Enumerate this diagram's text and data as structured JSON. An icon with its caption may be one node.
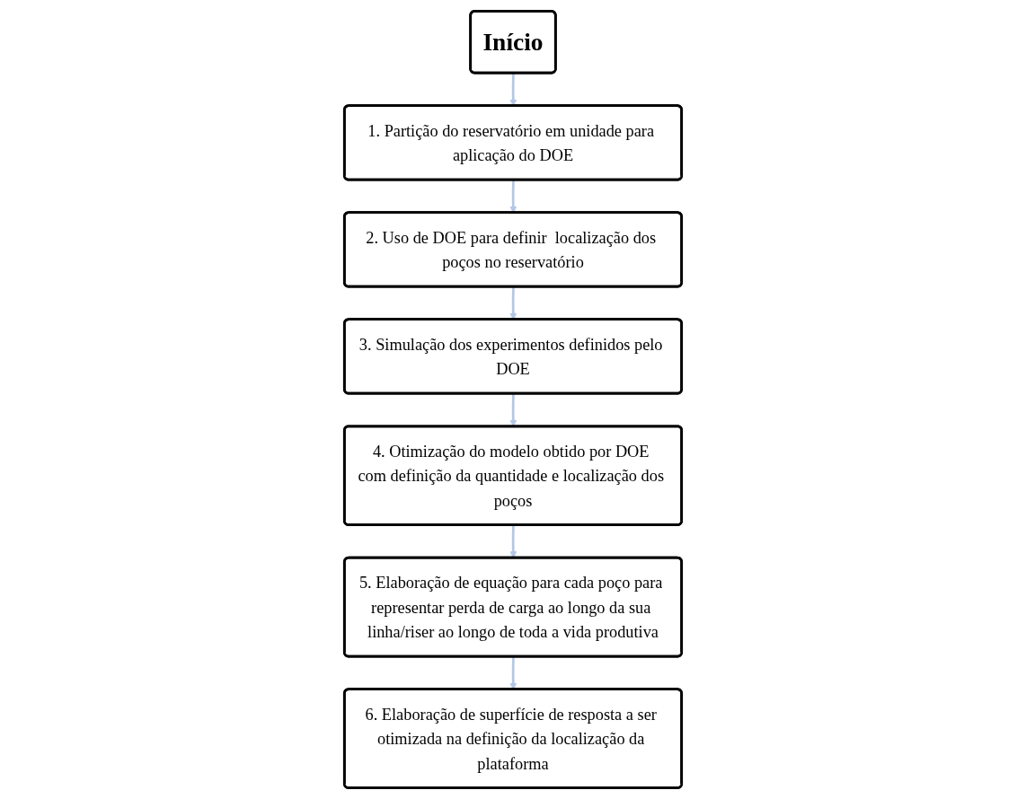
{
  "diagram": {
    "nodes": [
      {
        "text": [
          "Início"
        ]
      },
      {
        "text": [
          "1. Partição do reservatório em unidade para aplicação do DOE"
        ]
      },
      {
        "text": [
          "2. Uso de DOE para definir  localização dos poços no reservatório"
        ]
      },
      {
        "text": [
          "3. Simulação dos experimentos definidos pelo DOE"
        ]
      },
      {
        "text": [
          "4. Otimização do modelo obtido por DOE com definição da quantidade e localização dos poços"
        ]
      },
      {
        "text": [
          "5. Elaboração de equação para cada poço para representar perda de carga ao longo da sua linha/riser ao longo de toda a vida produtiva"
        ]
      },
      {
        "text": [
          "6. Elaboração de superfície de resposta a ser otimizada na definição da localização da plataforma"
        ]
      }
    ],
    "edges": [
      {
        "from": 0,
        "to": 1,
        "arrow": "to"
      },
      {
        "from": 1,
        "to": 2,
        "arrow": "to"
      },
      {
        "from": 2,
        "to": 3,
        "arrow": "to"
      },
      {
        "from": 3,
        "to": 4,
        "arrow": "to"
      },
      {
        "from": 4,
        "to": 5,
        "arrow": "to"
      },
      {
        "from": 5,
        "to": 6,
        "arrow": "to"
      }
    ]
  }
}
